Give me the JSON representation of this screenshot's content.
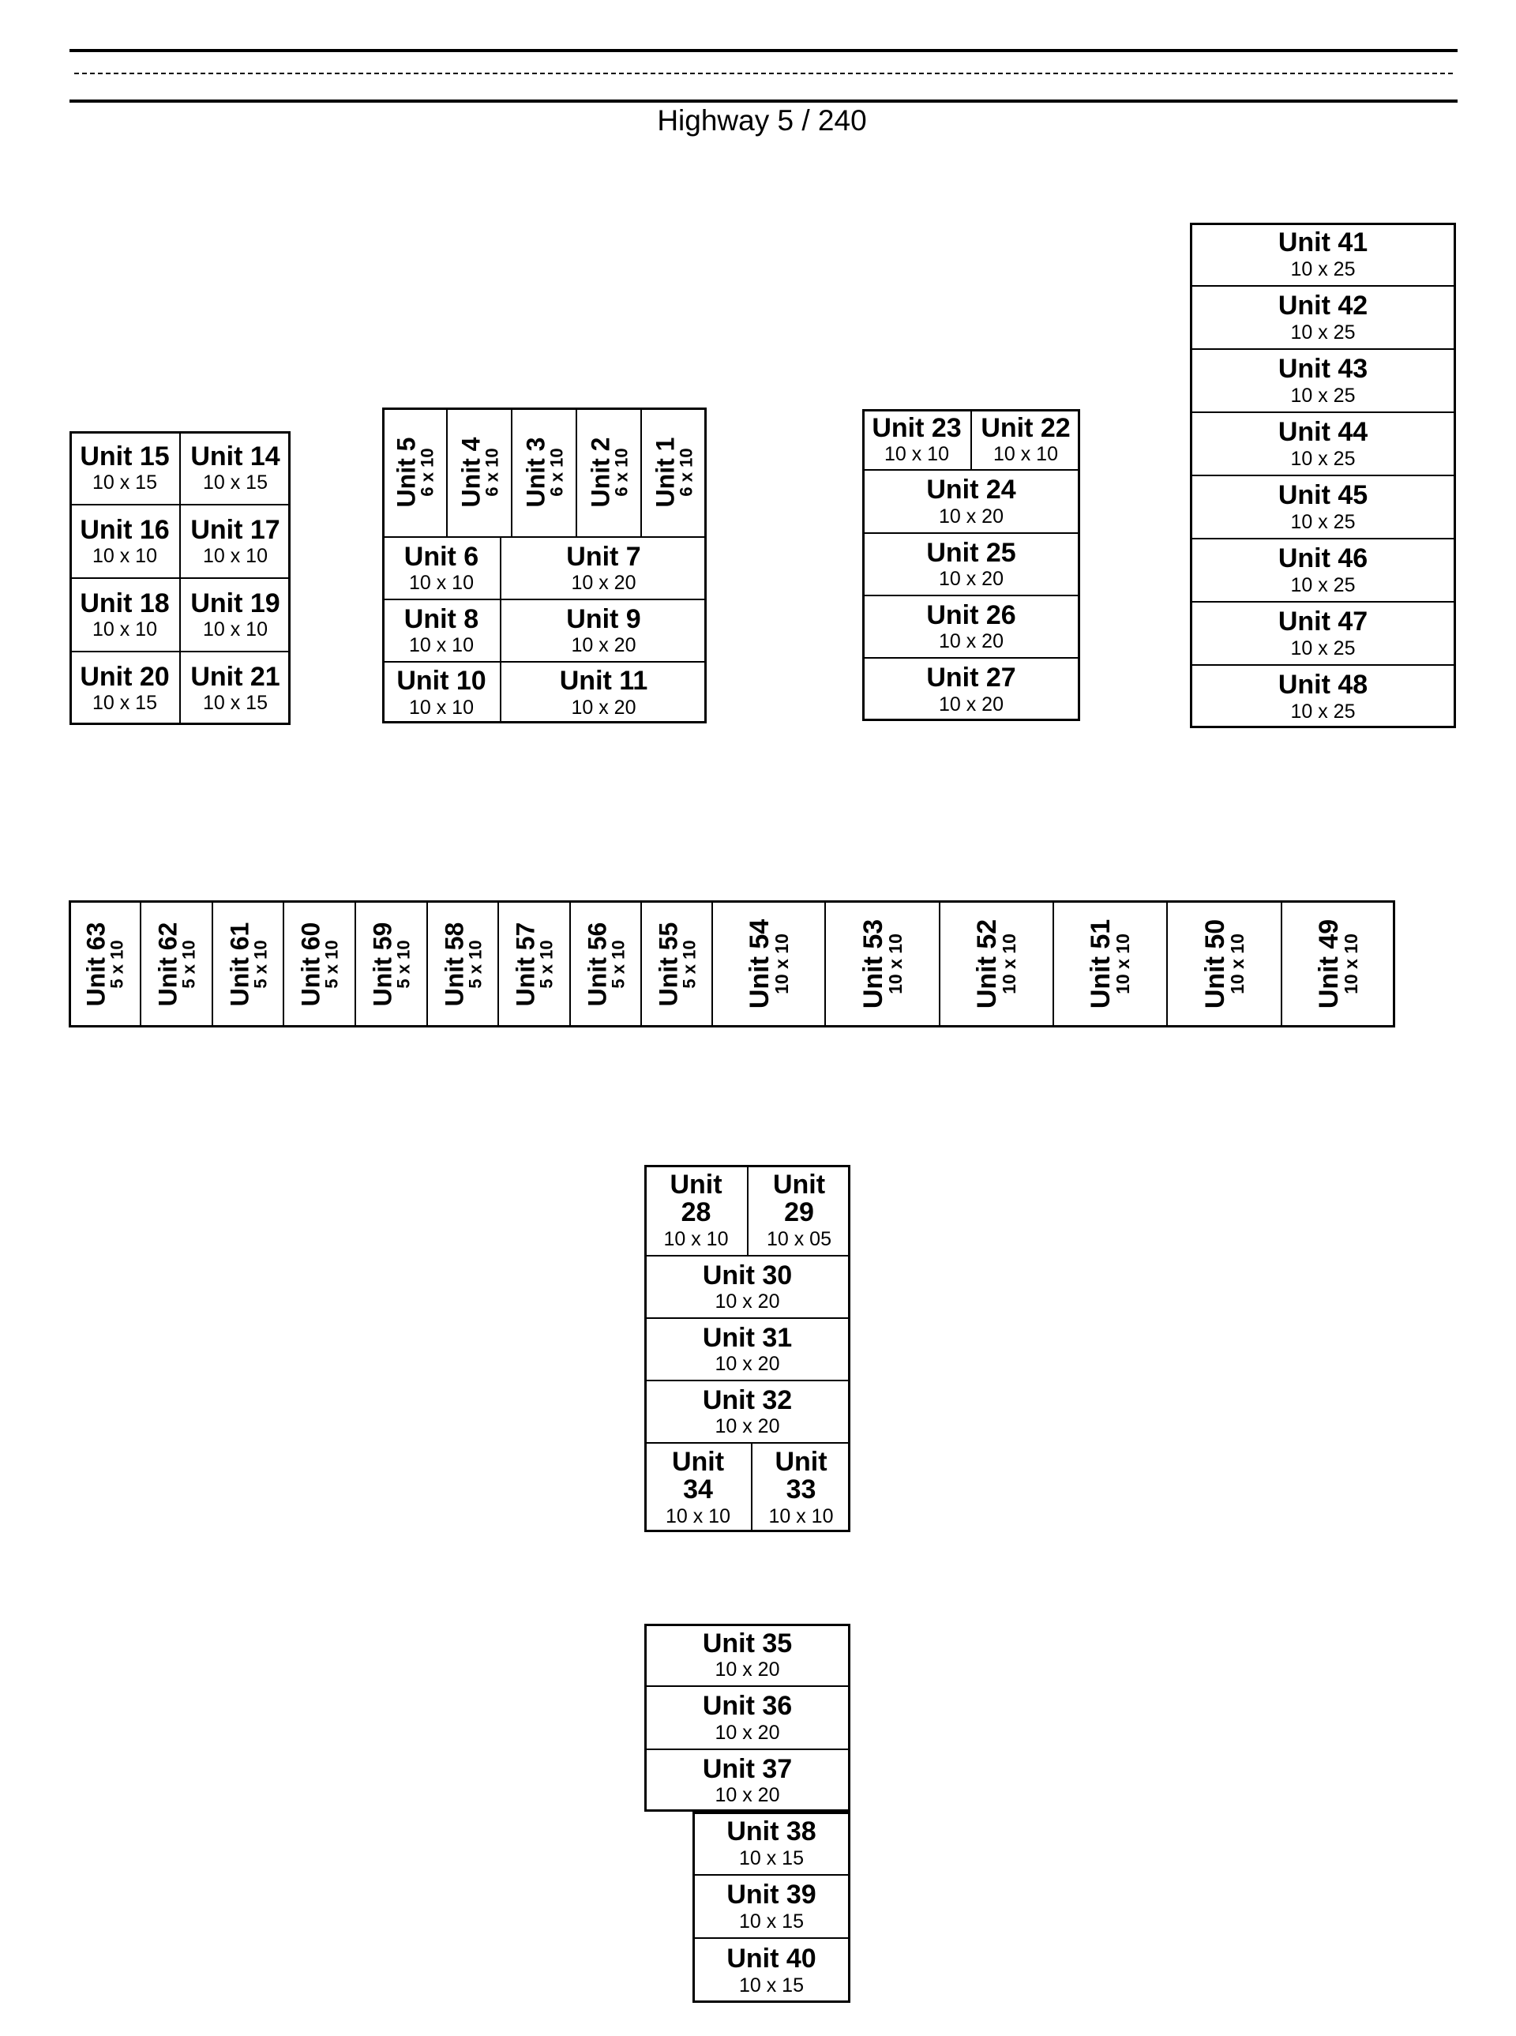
{
  "road": {
    "label": "Highway 5 / 240"
  },
  "units": {
    "u15": {
      "name": "Unit 15",
      "size": "10 x 15"
    },
    "u14": {
      "name": "Unit 14",
      "size": "10 x 15"
    },
    "u16": {
      "name": "Unit 16",
      "size": "10 x 10"
    },
    "u17": {
      "name": "Unit 17",
      "size": "10 x 10"
    },
    "u18": {
      "name": "Unit 18",
      "size": "10 x 10"
    },
    "u19": {
      "name": "Unit 19",
      "size": "10 x 10"
    },
    "u20": {
      "name": "Unit 20",
      "size": "10 x 15"
    },
    "u21": {
      "name": "Unit 21",
      "size": "10 x 15"
    },
    "u5": {
      "name": "Unit 5",
      "size": "6 x 10"
    },
    "u4": {
      "name": "Unit 4",
      "size": "6 x 10"
    },
    "u3": {
      "name": "Unit 3",
      "size": "6 x 10"
    },
    "u2": {
      "name": "Unit 2",
      "size": "6 x 10"
    },
    "u1": {
      "name": "Unit 1",
      "size": "6 x 10"
    },
    "u6": {
      "name": "Unit 6",
      "size": "10 x 10"
    },
    "u7": {
      "name": "Unit 7",
      "size": "10 x 20"
    },
    "u8": {
      "name": "Unit 8",
      "size": "10 x 10"
    },
    "u9": {
      "name": "Unit 9",
      "size": "10 x 20"
    },
    "u10": {
      "name": "Unit 10",
      "size": "10 x 10"
    },
    "u11": {
      "name": "Unit 11",
      "size": "10 x 20"
    },
    "u23": {
      "name": "Unit 23",
      "size": "10 x 10"
    },
    "u22": {
      "name": "Unit 22",
      "size": "10 x 10"
    },
    "u24": {
      "name": "Unit 24",
      "size": "10 x 20"
    },
    "u25": {
      "name": "Unit 25",
      "size": "10 x 20"
    },
    "u26": {
      "name": "Unit 26",
      "size": "10 x 20"
    },
    "u27": {
      "name": "Unit 27",
      "size": "10 x 20"
    },
    "u41": {
      "name": "Unit 41",
      "size": "10 x 25"
    },
    "u42": {
      "name": "Unit 42",
      "size": "10 x 25"
    },
    "u43": {
      "name": "Unit 43",
      "size": "10 x 25"
    },
    "u44": {
      "name": "Unit 44",
      "size": "10 x 25"
    },
    "u45": {
      "name": "Unit 45",
      "size": "10 x 25"
    },
    "u46": {
      "name": "Unit 46",
      "size": "10 x 25"
    },
    "u47": {
      "name": "Unit 47",
      "size": "10 x 25"
    },
    "u48": {
      "name": "Unit 48",
      "size": "10 x 25"
    },
    "u63": {
      "name": "Unit 63",
      "size": "5 x 10"
    },
    "u62": {
      "name": "Unit 62",
      "size": "5 x 10"
    },
    "u61": {
      "name": "Unit 61",
      "size": "5 x 10"
    },
    "u60": {
      "name": "Unit 60",
      "size": "5 x 10"
    },
    "u59": {
      "name": "Unit 59",
      "size": "5 x 10"
    },
    "u58": {
      "name": "Unit 58",
      "size": "5 x 10"
    },
    "u57": {
      "name": "Unit 57",
      "size": "5 x 10"
    },
    "u56": {
      "name": "Unit 56",
      "size": "5 x 10"
    },
    "u55": {
      "name": "Unit 55",
      "size": "5 x 10"
    },
    "u54": {
      "name": "Unit 54",
      "size": "10 x 10"
    },
    "u53": {
      "name": "Unit 53",
      "size": "10 x 10"
    },
    "u52": {
      "name": "Unit 52",
      "size": "10 x 10"
    },
    "u51": {
      "name": "Unit 51",
      "size": "10 x 10"
    },
    "u50": {
      "name": "Unit 50",
      "size": "10 x 10"
    },
    "u49": {
      "name": "Unit 49",
      "size": "10 x 10"
    },
    "u28": {
      "name_line1": "Unit",
      "name_line2": "28",
      "size": "10 x 10"
    },
    "u29": {
      "name_line1": "Unit",
      "name_line2": "29",
      "size": "10 x 05"
    },
    "u30": {
      "name": "Unit 30",
      "size": "10 x 20"
    },
    "u31": {
      "name": "Unit 31",
      "size": "10 x 20"
    },
    "u32": {
      "name": "Unit 32",
      "size": "10 x 20"
    },
    "u34": {
      "name_line1": "Unit",
      "name_line2": "34",
      "size": "10 x 10"
    },
    "u33": {
      "name_line1": "Unit",
      "name_line2": "33",
      "size": "10 x 10"
    },
    "u35": {
      "name": "Unit 35",
      "size": "10 x 20"
    },
    "u36": {
      "name": "Unit 36",
      "size": "10 x 20"
    },
    "u37": {
      "name": "Unit 37",
      "size": "10 x 20"
    },
    "u38": {
      "name": "Unit 38",
      "size": "10 x 15"
    },
    "u39": {
      "name": "Unit 39",
      "size": "10 x 15"
    },
    "u40": {
      "name": "Unit 40",
      "size": "10 x 15"
    }
  }
}
